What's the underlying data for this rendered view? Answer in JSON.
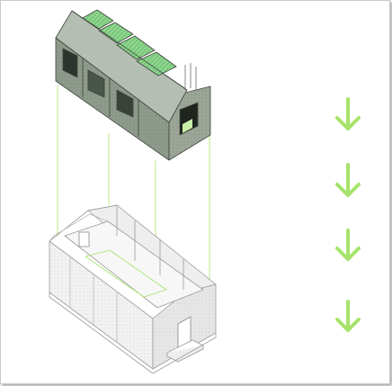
{
  "diagram": {
    "colors": {
      "background": "#ffffff",
      "frame_border": "#c9c9c9",
      "accent_green": "#a6e36b",
      "roof_glass": "#7cc97d",
      "module_grey": "#8e9a8c",
      "module_dark": "#5f6b5f",
      "shell_light": "#f2f2f2",
      "shell_mid": "#dadada",
      "shell_edge": "#9a9a9a"
    },
    "icons": [
      "down-arrow-icon",
      "down-arrow-icon",
      "down-arrow-icon",
      "down-arrow-icon"
    ],
    "components": [
      "interior-module",
      "outer-shell",
      "alignment-guides",
      "arrow-column"
    ]
  }
}
